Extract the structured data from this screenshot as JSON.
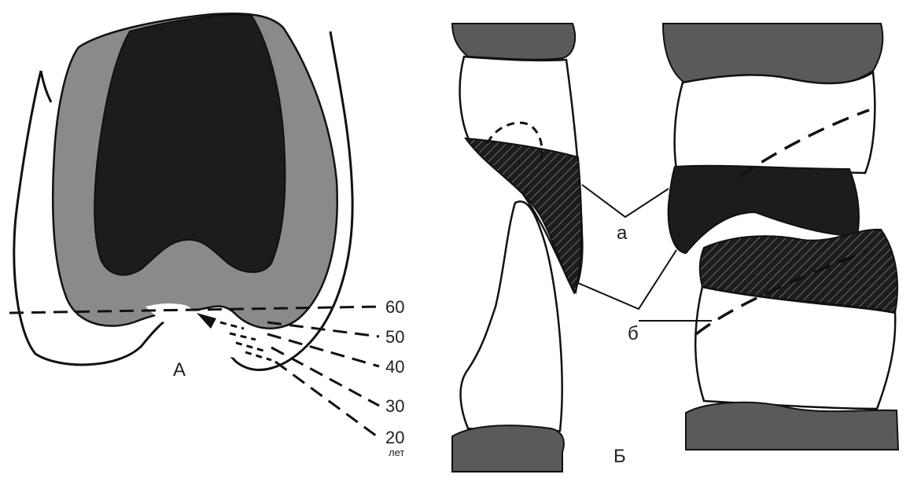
{
  "panel_a": {
    "label": "А",
    "age_lines": [
      "60",
      "50",
      "40",
      "30",
      "20"
    ],
    "age_unit": "лет"
  },
  "panel_b": {
    "label": "Б",
    "marker_a": "а",
    "marker_b": "б"
  },
  "colors": {
    "pulp": "#1c1c1c",
    "dentin": "#8a8a8a",
    "bone": "#5a5a5a",
    "outline": "#111111"
  }
}
